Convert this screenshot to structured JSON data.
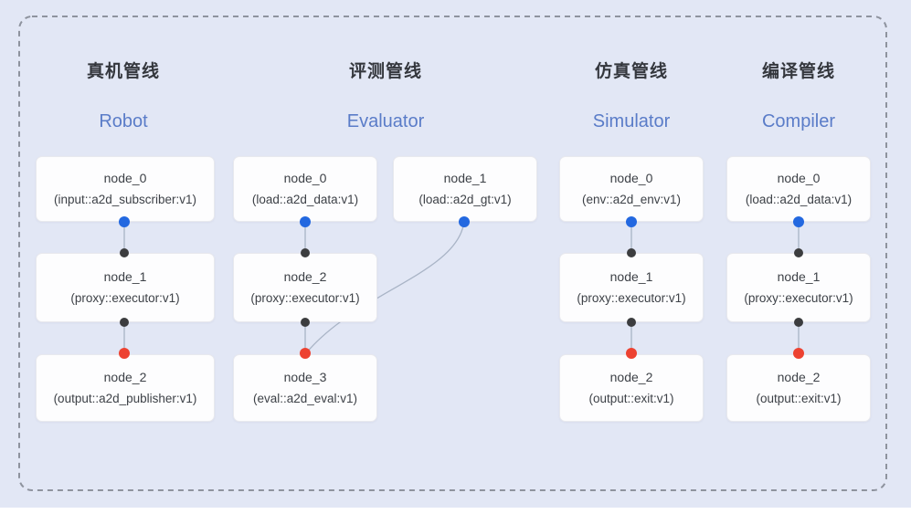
{
  "colors": {
    "background": "#e2e7f5",
    "panel_border": "#8e939e",
    "box_fill": "#fdfdfe",
    "box_border": "#e8e9ee",
    "box_text": "#3d4147",
    "cn_title": "#34373d",
    "en_title": "#5a7cc8",
    "edge": "#a9b4c6",
    "dot_blue": "#2368e0",
    "dot_dark": "#3c3d3f",
    "dot_red": "#ed4231"
  },
  "pipelines": [
    {
      "cn": "真机管线",
      "en": "Robot",
      "nodes": [
        {
          "name": "node_0",
          "type": "(input::a2d_subscriber:v1)"
        },
        {
          "name": "node_1",
          "type": "(proxy::executor:v1)"
        },
        {
          "name": "node_2",
          "type": "(output::a2d_publisher:v1)"
        }
      ]
    },
    {
      "cn": "评测管线",
      "en": "Evaluator",
      "nodes": [
        {
          "name": "node_0",
          "type": "(load::a2d_data:v1)"
        },
        {
          "name": "node_1",
          "type": "(load::a2d_gt:v1)"
        },
        {
          "name": "node_2",
          "type": "(proxy::executor:v1)"
        },
        {
          "name": "node_3",
          "type": "(eval::a2d_eval:v1)"
        }
      ]
    },
    {
      "cn": "仿真管线",
      "en": "Simulator",
      "nodes": [
        {
          "name": "node_0",
          "type": "(env::a2d_env:v1)"
        },
        {
          "name": "node_1",
          "type": "(proxy::executor:v1)"
        },
        {
          "name": "node_2",
          "type": "(output::exit:v1)"
        }
      ]
    },
    {
      "cn": "编译管线",
      "en": "Compiler",
      "nodes": [
        {
          "name": "node_0",
          "type": "(load::a2d_data:v1)"
        },
        {
          "name": "node_1",
          "type": "(proxy::executor:v1)"
        },
        {
          "name": "node_2",
          "type": "(output::exit:v1)"
        }
      ]
    }
  ]
}
